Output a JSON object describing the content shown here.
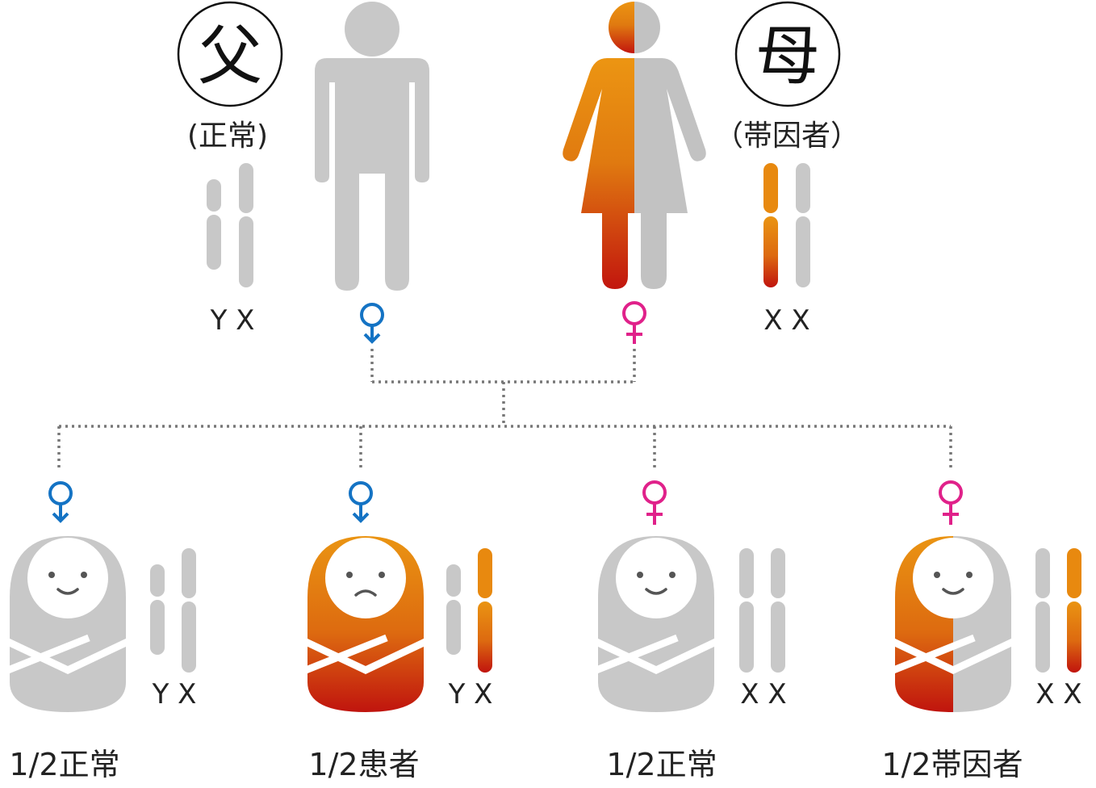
{
  "parents": {
    "father": {
      "title": "父",
      "status": "(正常)",
      "chromosomes": "Y X"
    },
    "mother": {
      "title": "母",
      "status": "（帯因者）",
      "chromosomes": "X X"
    }
  },
  "children": [
    {
      "probability": "1/2正常",
      "chromosomes": "Y X"
    },
    {
      "probability": "1/2患者",
      "chromosomes": "Y X"
    },
    {
      "probability": "1/2正常",
      "chromosomes": "X X"
    },
    {
      "probability": "1/2帯因者",
      "chromosomes": "X X"
    }
  ],
  "colors": {
    "normal_gray": "#c8c8c8",
    "carrier_orange": "#e8890f",
    "affected_red": "#c0140e",
    "male_blue": "#1473c4",
    "female_pink": "#e0218a",
    "line_gray": "#777777"
  }
}
